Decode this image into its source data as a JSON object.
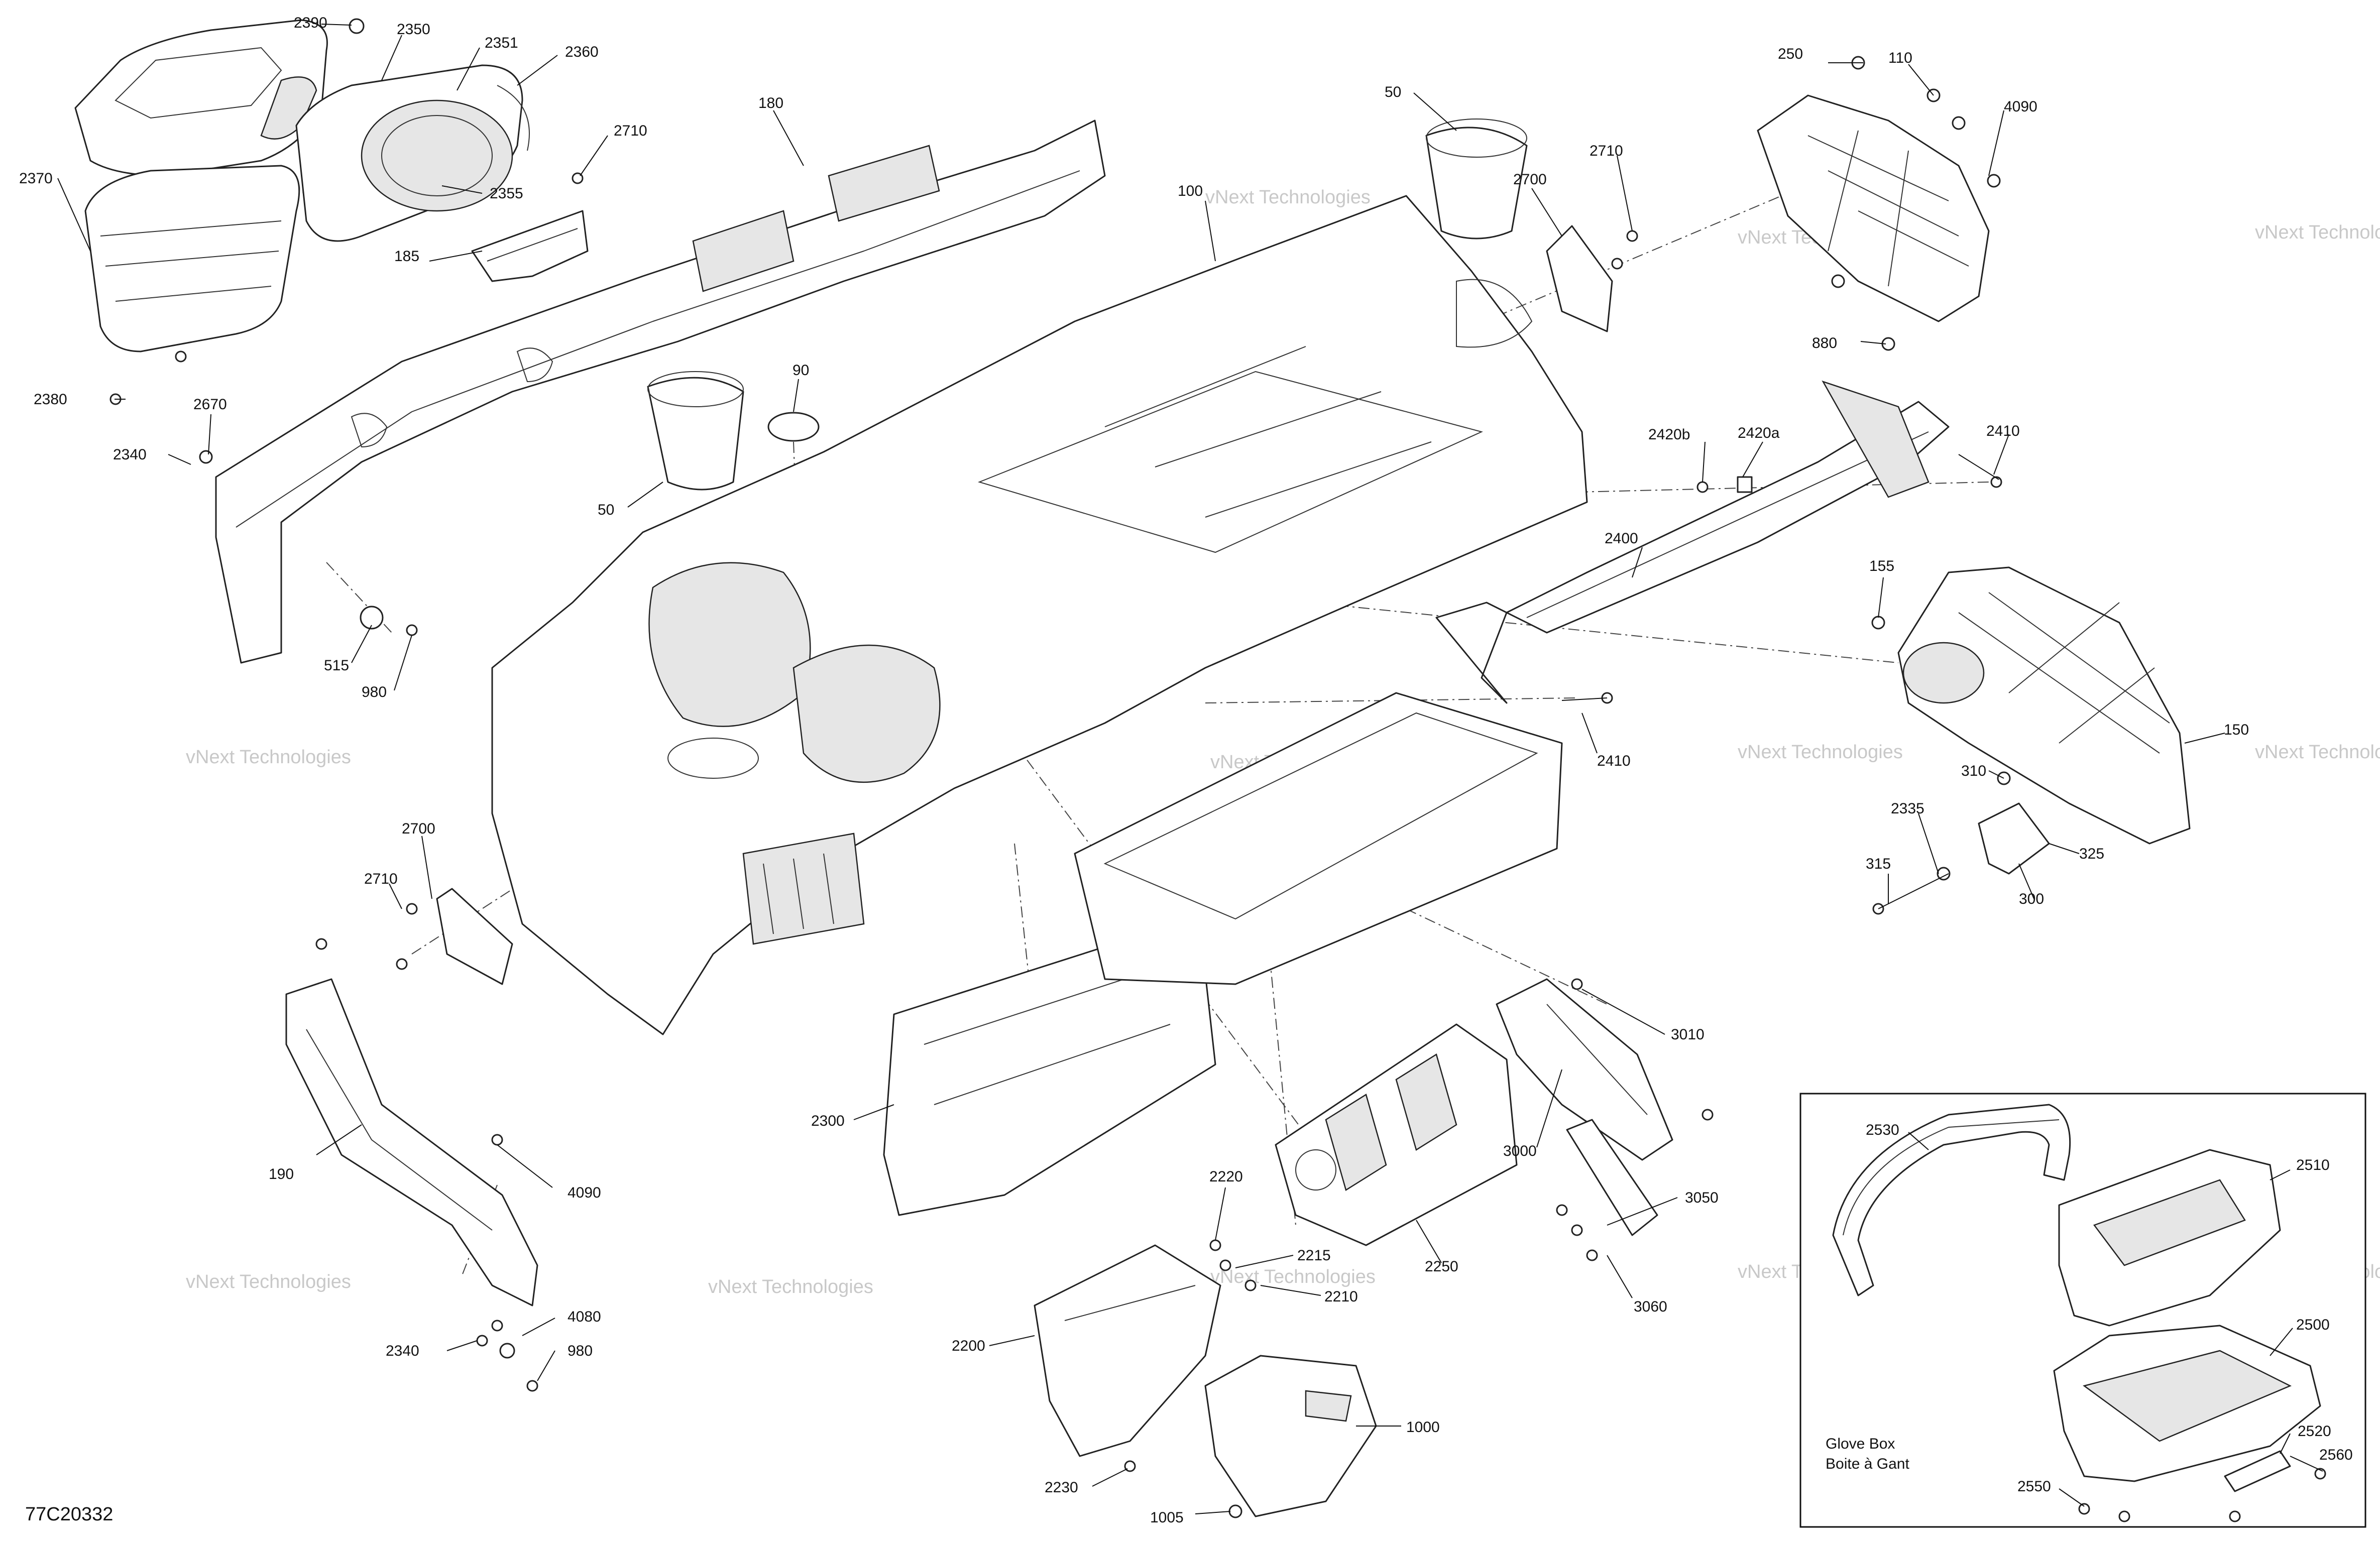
{
  "diagram_code": "77C20332",
  "watermark_text": "vNext Technologies",
  "inset": {
    "title_line1": "Glove Box",
    "title_line2": "Boite à Gant"
  },
  "callouts": {
    "c2390": "2390",
    "c2350": "2350",
    "c2351": "2351",
    "c2360": "2360",
    "c2370": "2370",
    "c2355": "2355",
    "c2710a": "2710",
    "c185": "185",
    "c180": "180",
    "c2380": "2380",
    "c2670": "2670",
    "c2340a": "2340",
    "c515": "515",
    "c980a": "980",
    "c50a": "50",
    "c90": "90",
    "c50b": "50",
    "c100": "100",
    "c2710b": "2710",
    "c2700a": "2700",
    "c250": "250",
    "c110": "110",
    "c4090a": "4090",
    "c880": "880",
    "c2420b": "2420b",
    "c2420a": "2420a",
    "c2410a": "2410",
    "c2400": "2400",
    "c155": "155",
    "c2410b": "2410",
    "c150": "150",
    "c310": "310",
    "c2335": "2335",
    "c325": "325",
    "c315": "315",
    "c300": "300",
    "c2700b": "2700",
    "c2710c": "2710",
    "c190": "190",
    "c4090b": "4090",
    "c4080": "4080",
    "c2340b": "2340",
    "c980b": "980",
    "c2300": "2300",
    "c3010": "3010",
    "c3000": "3000",
    "c3050": "3050",
    "c3060": "3060",
    "c2250": "2250",
    "c2220": "2220",
    "c2215": "2215",
    "c2210": "2210",
    "c2200": "2200",
    "c1000": "1000",
    "c2230": "2230",
    "c1005": "1005",
    "c2530": "2530",
    "c2510": "2510",
    "c2500": "2500",
    "c2520": "2520",
    "c2560": "2560",
    "c2550": "2550"
  }
}
